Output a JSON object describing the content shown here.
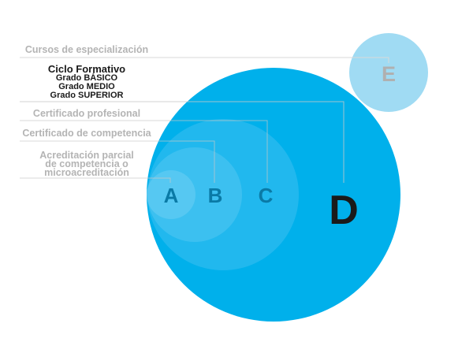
{
  "labels": {
    "cursos": "Cursos de especialización",
    "ciclo_title": "Ciclo Formativo",
    "ciclo_basico": "Grado BÁSICO",
    "ciclo_medio": "Grado MEDIO",
    "ciclo_superior": "Grado SUPERIOR",
    "cert_profesional": "Certificado profesional",
    "cert_competencia": "Certificado de competencia",
    "acreditacion_1": "Acreditación parcial",
    "acreditacion_2": "de competencia o",
    "acreditacion_3": "microacreditación"
  },
  "circles": {
    "A": "A",
    "B": "B",
    "C": "C",
    "D": "D",
    "E": "E"
  },
  "colors": {
    "d": "#00b0eb",
    "c": "#21b8ee",
    "b": "#3cc0f0",
    "a": "#56c8f2",
    "e": "#a0dbf3",
    "line": "#cccccc"
  }
}
